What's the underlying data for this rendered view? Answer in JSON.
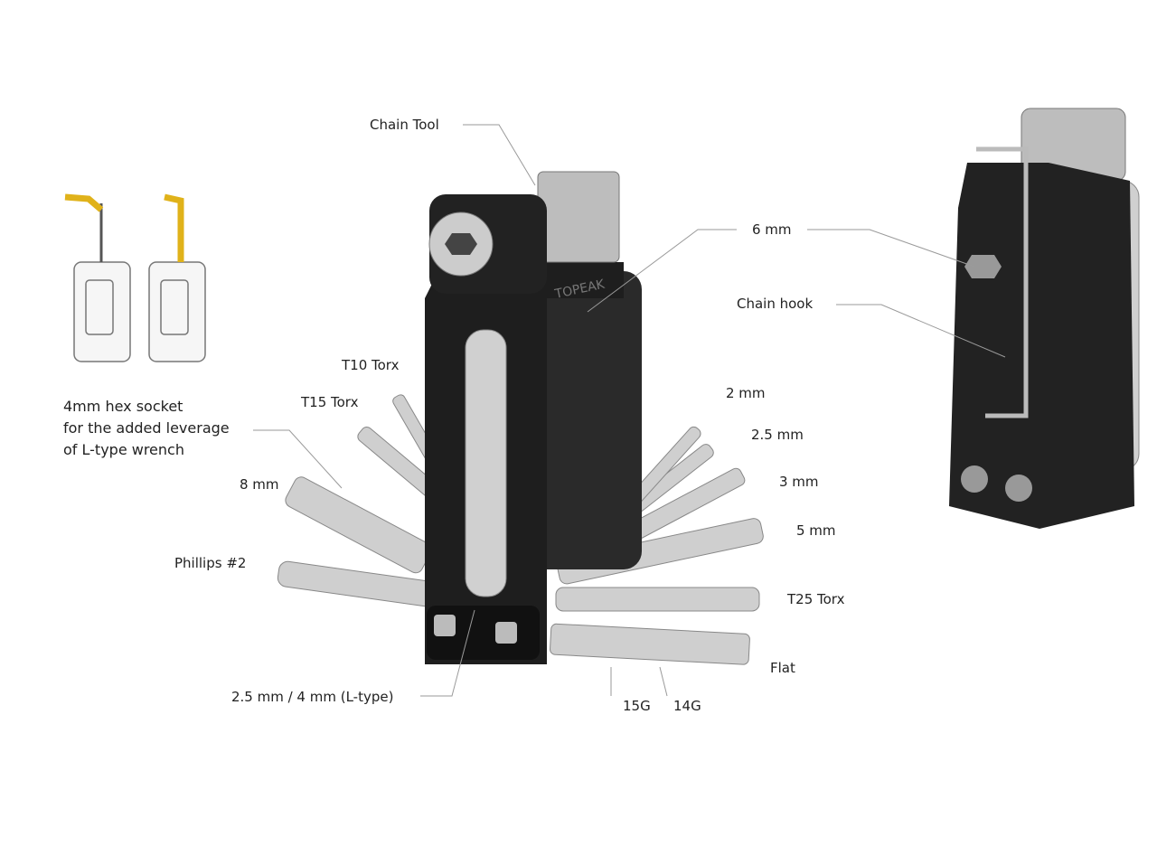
{
  "brand_logo": "TOPEAK",
  "note": {
    "line1": "4mm hex socket",
    "line2": "for the added leverage",
    "line3": "of L-type wrench"
  },
  "labels": {
    "chain_tool": "Chain Tool",
    "six_mm": "6 mm",
    "chain_hook": "Chain hook",
    "t10": "T10 Torx",
    "t15": "T15 Torx",
    "eight_mm": "8 mm",
    "phillips": "Phillips #2",
    "two_mm": "2 mm",
    "two_five_mm": "2.5 mm",
    "three_mm": "3 mm",
    "five_mm": "5 mm",
    "t25": "T25 Torx",
    "flat": "Flat",
    "g15": "15G",
    "g14": "14G",
    "l_type": "2.5 mm / 4 mm (L-type)"
  },
  "colors": {
    "body": "#1e1e1e",
    "steel": "#c8c8c8",
    "accent": "#e0b21a",
    "leader": "#9a9a9a"
  }
}
